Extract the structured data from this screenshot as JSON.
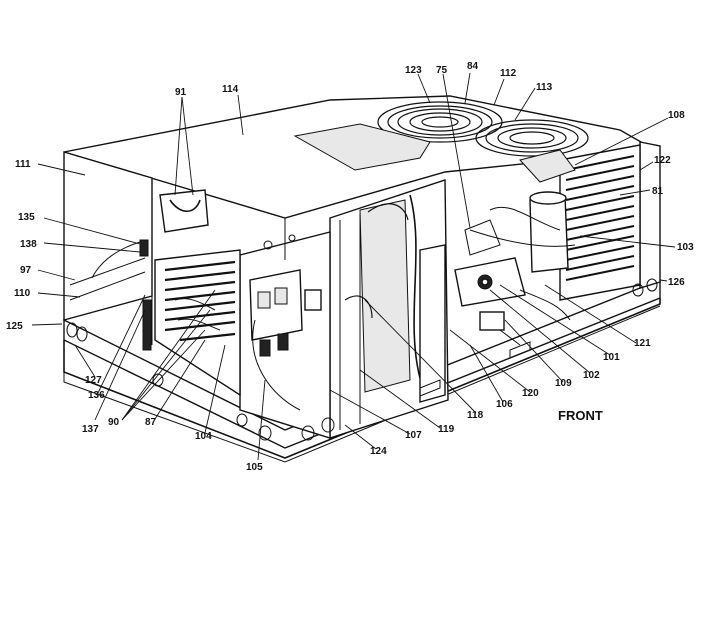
{
  "diagram": {
    "front_label": "FRONT",
    "callouts": [
      {
        "id": "c123",
        "text": "123"
      },
      {
        "id": "c75",
        "text": "75"
      },
      {
        "id": "c84",
        "text": "84"
      },
      {
        "id": "c112",
        "text": "112"
      },
      {
        "id": "c113",
        "text": "113"
      },
      {
        "id": "c91",
        "text": "91"
      },
      {
        "id": "c114",
        "text": "114"
      },
      {
        "id": "c108",
        "text": "108"
      },
      {
        "id": "c111",
        "text": "111"
      },
      {
        "id": "c122",
        "text": "122"
      },
      {
        "id": "c81",
        "text": "81"
      },
      {
        "id": "c135",
        "text": "135"
      },
      {
        "id": "c138",
        "text": "138"
      },
      {
        "id": "c103",
        "text": "103"
      },
      {
        "id": "c97",
        "text": "97"
      },
      {
        "id": "c126",
        "text": "126"
      },
      {
        "id": "c110",
        "text": "110"
      },
      {
        "id": "c125",
        "text": "125"
      },
      {
        "id": "c121",
        "text": "121"
      },
      {
        "id": "c101",
        "text": "101"
      },
      {
        "id": "c102",
        "text": "102"
      },
      {
        "id": "c127",
        "text": "127"
      },
      {
        "id": "c109",
        "text": "109"
      },
      {
        "id": "c120",
        "text": "120"
      },
      {
        "id": "c136",
        "text": "136"
      },
      {
        "id": "c106",
        "text": "106"
      },
      {
        "id": "c118",
        "text": "118"
      },
      {
        "id": "c137",
        "text": "137"
      },
      {
        "id": "c90",
        "text": "90"
      },
      {
        "id": "c87",
        "text": "87"
      },
      {
        "id": "c104",
        "text": "104"
      },
      {
        "id": "c119",
        "text": "119"
      },
      {
        "id": "c107",
        "text": "107"
      },
      {
        "id": "c124",
        "text": "124"
      },
      {
        "id": "c105",
        "text": "105"
      }
    ]
  }
}
